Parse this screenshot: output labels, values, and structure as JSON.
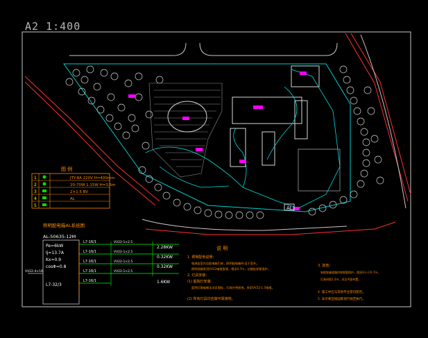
{
  "drawing": {
    "sheet_scale": "A2  1:400"
  },
  "legend_table": {
    "title": "图  例",
    "rows": [
      {
        "num": "1",
        "spec": "JTY-8A 220V H=400mm"
      },
      {
        "num": "2",
        "spec": "20-70W 1.15W H=3.5m"
      },
      {
        "num": "3",
        "spec": "2×1.5 BV"
      },
      {
        "num": "4",
        "spec": "AL"
      },
      {
        "num": "5",
        "spec": ""
      }
    ]
  },
  "panel": {
    "title": "照明配电箱AL系统图",
    "model": "AL-50635-12M",
    "params": [
      "Pe=6kW",
      "Ij=13.7A",
      "Kx=0.9",
      "cosΦ=0.8"
    ],
    "incoming": "VV22-4×16",
    "main_breaker": "L7-32/3",
    "circuits": [
      {
        "breaker": "L7-16/1",
        "cable": "VV22-1×2.5",
        "load": "2.28KW"
      },
      {
        "breaker": "L7-16/1",
        "cable": "VV22-1×2.5",
        "load": "0.32KW"
      },
      {
        "breaker": "L7-16/1",
        "cable": "VV22-1×2.5",
        "load": "0.32KW"
      },
      {
        "breaker": "L7-16/1",
        "cable": "VV22-1×2.5",
        "load": "1.6KW"
      },
      {
        "breaker": "L7-16/1",
        "cable": "",
        "load": ""
      }
    ]
  },
  "notes": {
    "title": "说  明",
    "col1": [
      "1. 照明配电说明：",
      "电源由室内总配电箱引来，照明配电箱AL设于室外。",
      "照明线路采用VV22电缆直埋，埋深0.7m，过路处穿管保护。",
      "2. 灯具安装：",
      "(1) 庭院灯安装：",
      "庭院灯基础做法详见国标，灯具外壳接地，采用VV22-1.5电缆。",
      "(2) 所有灯具均应做可靠接地。"
    ],
    "col2": [
      "3. 其他：",
      "电缆穿越道路时穿钢管保护，埋深不小于0.7m。",
      "灯具间距2.2m，详见平面布置。",
      "4. 施工中应与其他专业密切配合。",
      "5. 未尽事宜按国家现行规范执行。"
    ]
  },
  "labels": {
    "box_tag": "AL"
  },
  "colors": {
    "frame": "#c8c8c8",
    "road": "#ff3030",
    "tree": "#d8d8d8",
    "wire": "#00e0e0",
    "magenta": "#ff00ff",
    "text": "#ff8c00",
    "yellow": "#ffff00"
  }
}
